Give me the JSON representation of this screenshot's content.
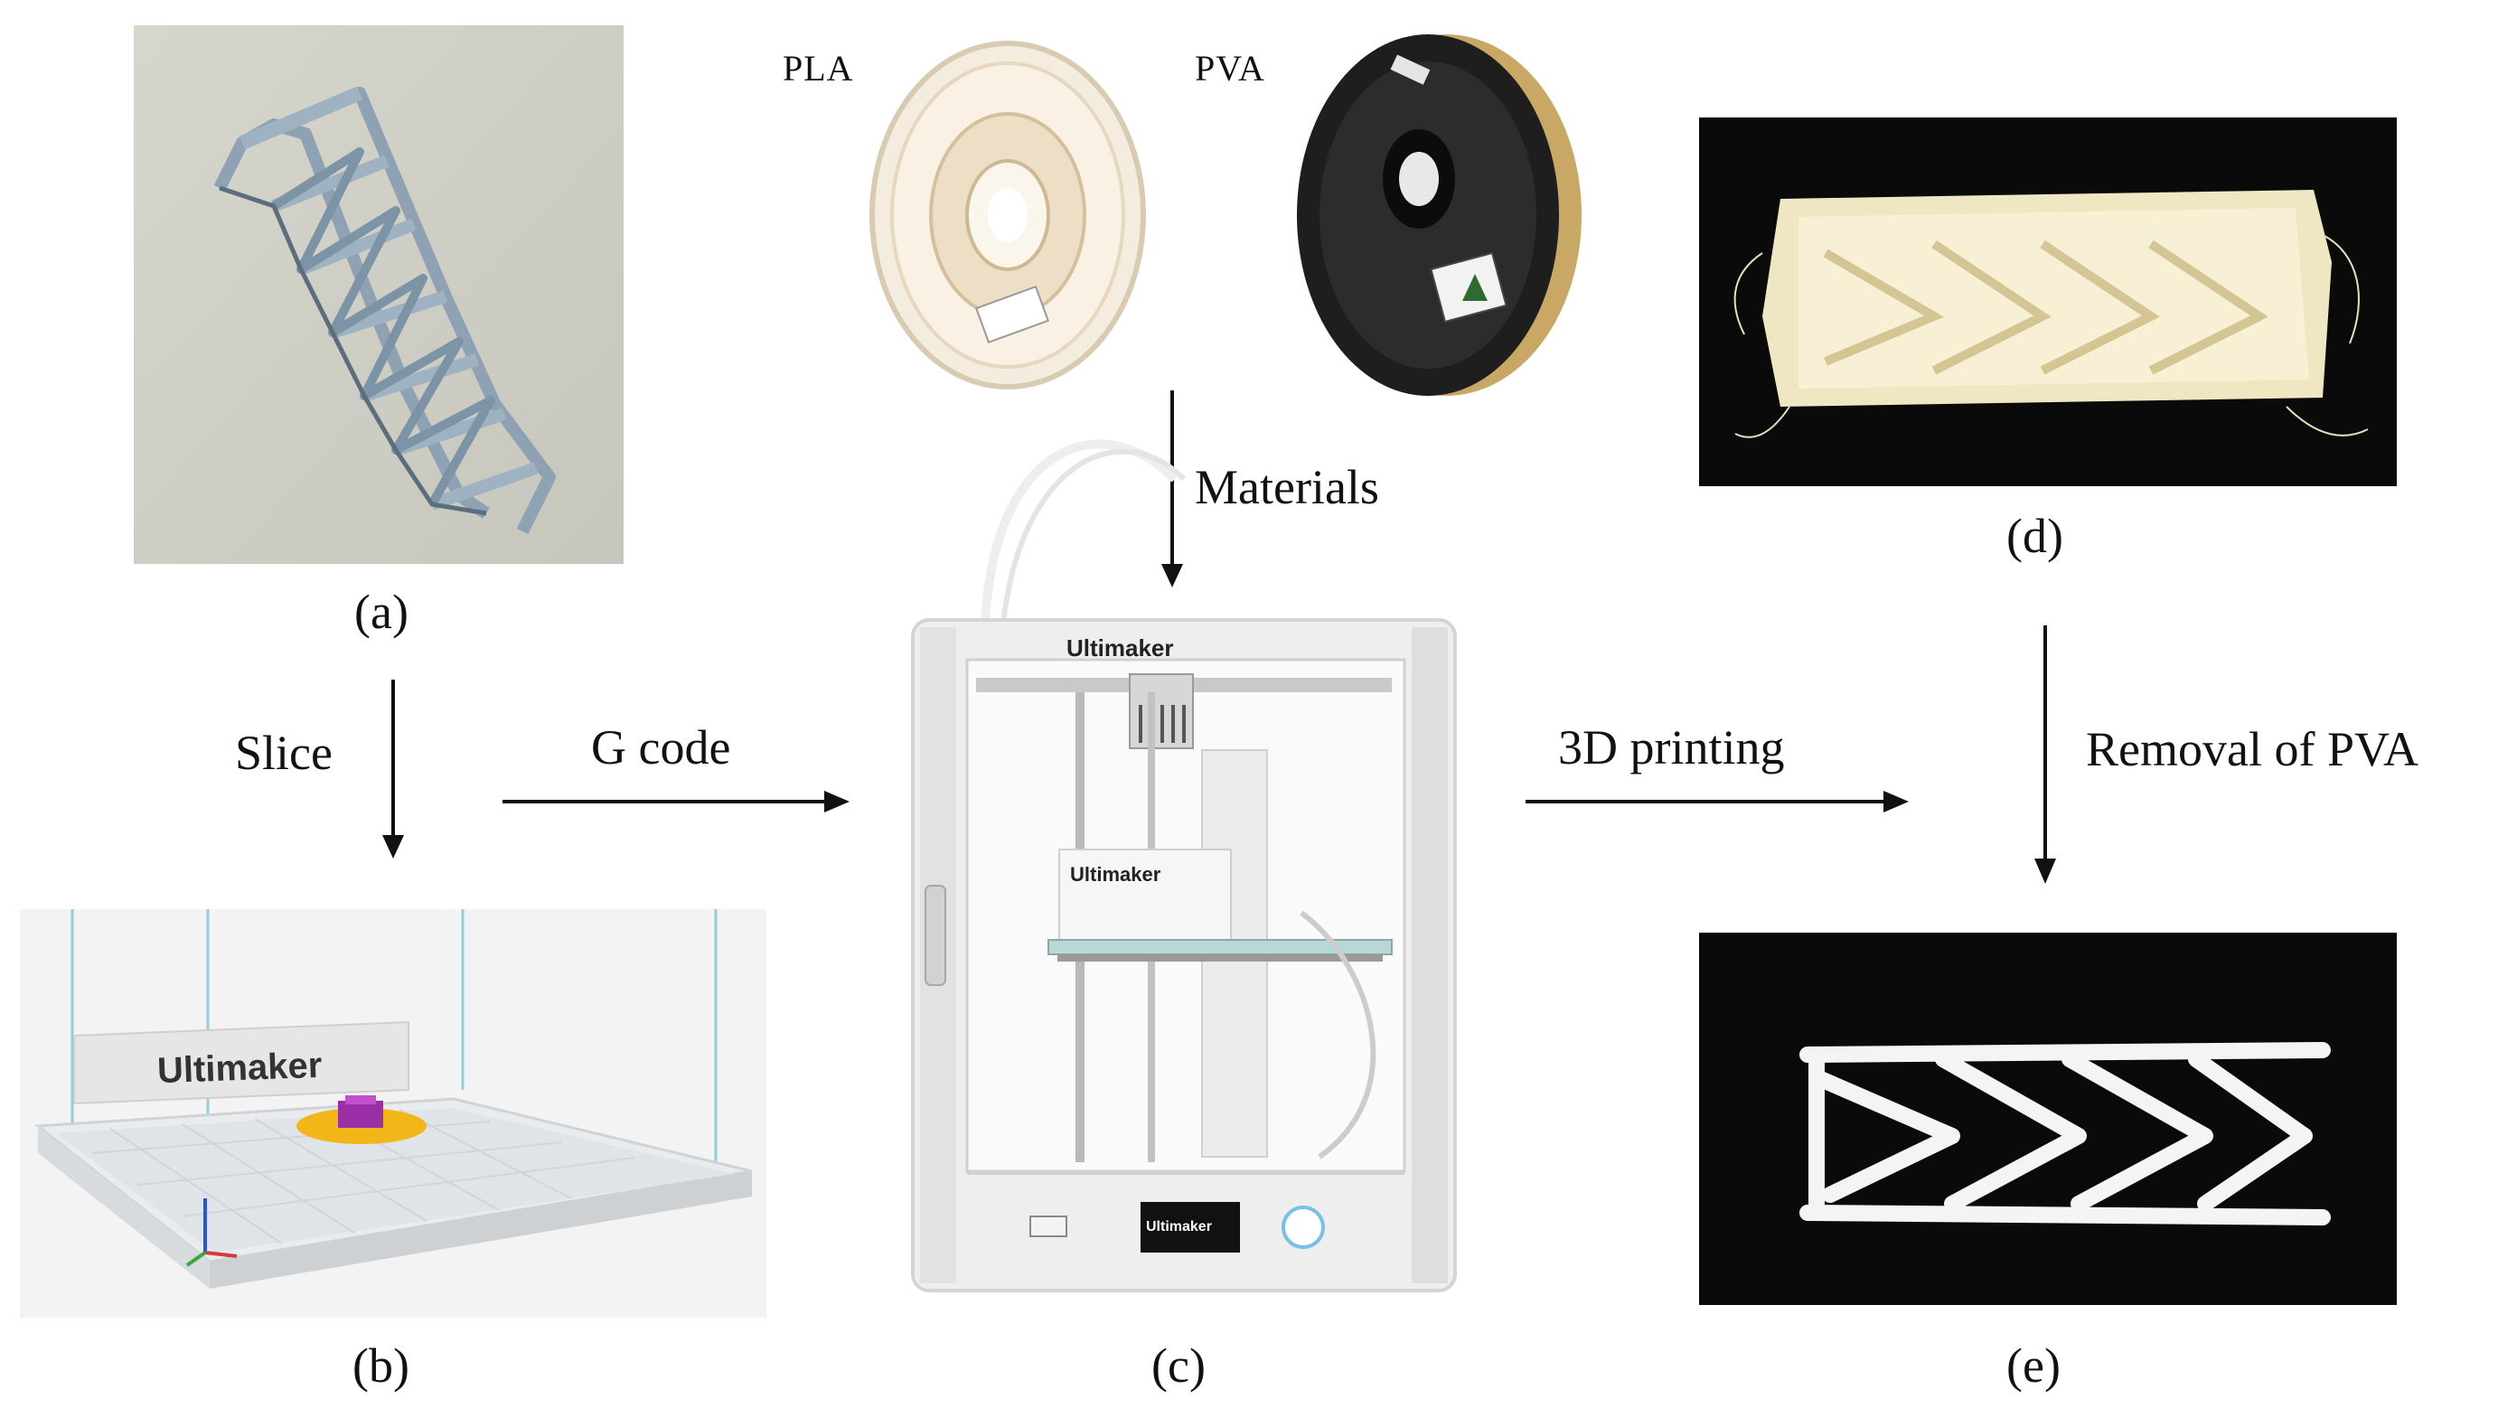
{
  "materials": {
    "pla_label": "PLA",
    "pva_label": "PVA",
    "arrow_label": "Materials"
  },
  "steps": {
    "slice": "Slice",
    "gcode": "G code",
    "printing": "3D printing",
    "removal": "Removal of PVA"
  },
  "captions": {
    "a": "(a)",
    "b": "(b)",
    "c": "(c)",
    "d": "(d)",
    "e": "(e)"
  },
  "brand": {
    "slicer_logo": "Ultimaker",
    "printer_logo": "Ultimaker",
    "printer_box_logo": "Ultimaker",
    "printer_panel_logo": "Ultimaker"
  }
}
